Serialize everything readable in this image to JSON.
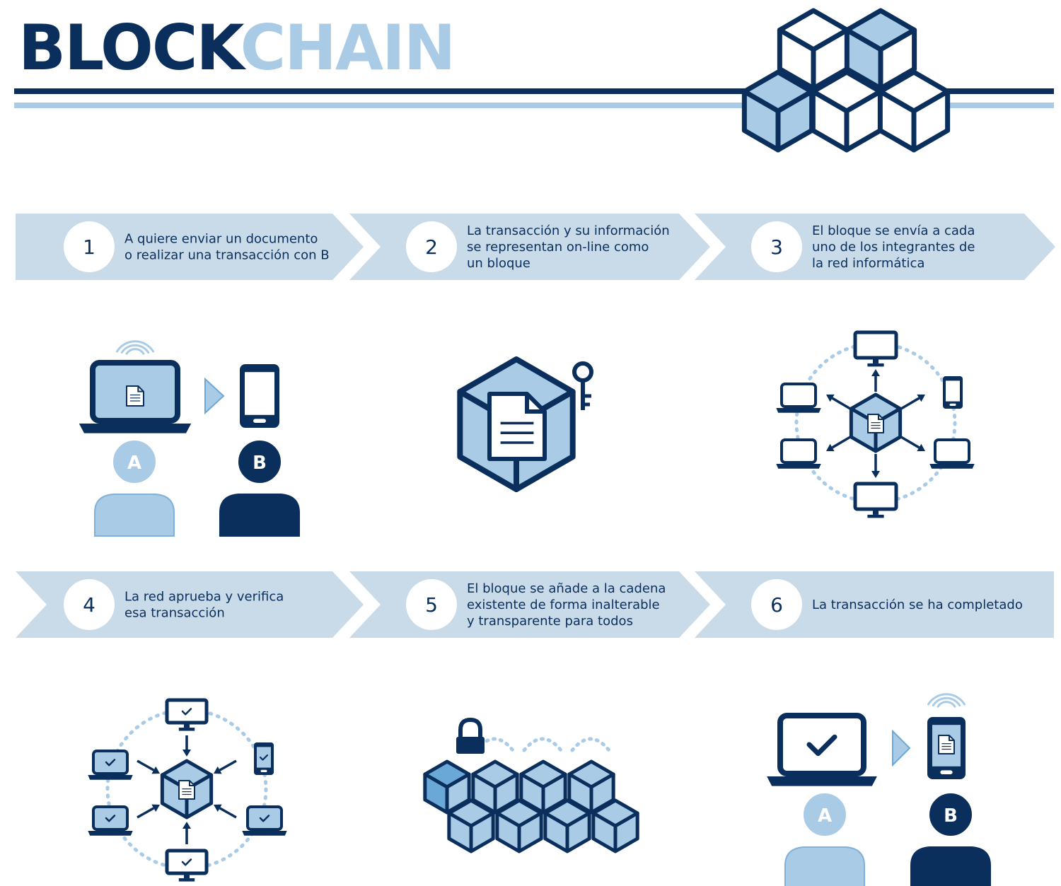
{
  "title": {
    "part1": "BLOCK",
    "part2": "CHAIN"
  },
  "colors": {
    "navy": "#0a2f5c",
    "light_blue": "#a9cbe6",
    "pale_band": "#c9dbe9",
    "mid_blue": "#6aa8d8"
  },
  "steps": [
    {
      "number": "1",
      "lines": [
        "A quiere enviar un documento",
        "o realizar una transacción con B"
      ]
    },
    {
      "number": "2",
      "lines": [
        "La transacción y su información",
        "se representan on-line como",
        "un bloque"
      ]
    },
    {
      "number": "3",
      "lines": [
        "El bloque se envía a cada",
        "uno de los integrantes de",
        "la red informática"
      ]
    },
    {
      "number": "4",
      "lines": [
        "La red aprueba y verifica",
        "esa transacción"
      ]
    },
    {
      "number": "5",
      "lines": [
        "El bloque se añade a la cadena",
        "existente de forma inalterable",
        "y transparente para todos"
      ]
    },
    {
      "number": "6",
      "lines": [
        "La transacción se ha completado"
      ]
    }
  ],
  "people": {
    "a": "A",
    "b": "B"
  },
  "icons": [
    "cube-cluster-icon",
    "laptop-icon",
    "phone-icon",
    "document-icon",
    "key-icon",
    "monitor-icon",
    "lock-icon",
    "checkmark-icon",
    "wifi-icon",
    "person-icon",
    "arrow-icon"
  ]
}
